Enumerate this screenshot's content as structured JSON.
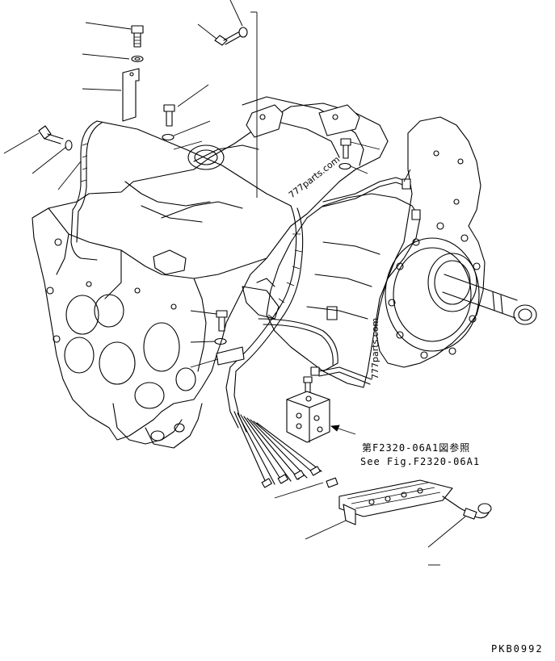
{
  "reference_note": {
    "japanese": "第F2320-06A1図参照",
    "english": "See Fig.F2320-06A1"
  },
  "drawing_code": "PKB0992",
  "watermarks": [
    "777parts.com",
    "777parts.com"
  ],
  "part_icons": [
    "bolt-icon",
    "washer-icon",
    "bracket-icon",
    "wiring-harness-icon",
    "solenoid-valve-block-icon",
    "connector-icon",
    "clamp-plate-icon",
    "bearing-cap-icon"
  ]
}
